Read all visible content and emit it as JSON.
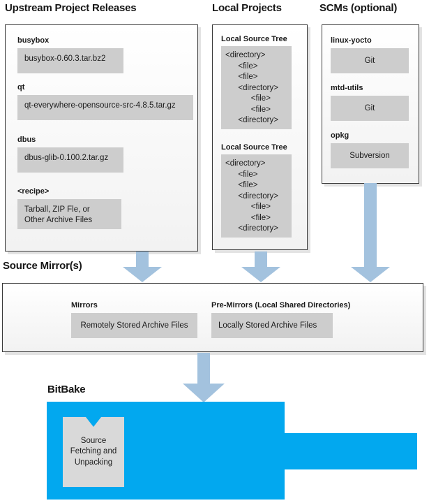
{
  "headings": {
    "upstream": "Upstream Project Releases",
    "local": "Local Projects",
    "scms": "SCMs (optional)",
    "mirrors": "Source Mirror(s)",
    "bitbake": "BitBake"
  },
  "upstream": {
    "groups": [
      {
        "label": "busybox",
        "value": "busybox-0.60.3.tar.bz2"
      },
      {
        "label": "qt",
        "value": "qt-everywhere-opensource-src-4.8.5.tar.gz"
      },
      {
        "label": "dbus",
        "value": "dbus-glib-0.100.2.tar.gz"
      },
      {
        "label": "<recipe>",
        "value_line1": "Tarball, ZIP Fle, or",
        "value_line2": "Other Archive Files"
      }
    ]
  },
  "local": {
    "trees": [
      {
        "label": "Local Source Tree",
        "rows": [
          "<directory>",
          "  <file>",
          "  <file>",
          "  <directory>",
          "    <file>",
          "    <file>",
          "  <directory>"
        ]
      },
      {
        "label": "Local Source Tree",
        "rows": [
          "<directory>",
          "  <file>",
          "  <file>",
          "  <directory>",
          "    <file>",
          "    <file>",
          "  <directory>"
        ]
      }
    ]
  },
  "scms": {
    "groups": [
      {
        "label": "linux-yocto",
        "value": "Git"
      },
      {
        "label": "mtd-utils",
        "value": "Git"
      },
      {
        "label": "opkg",
        "value": "Subversion"
      }
    ]
  },
  "mirrors": {
    "groups": [
      {
        "label": "Mirrors",
        "value": "Remotely Stored Archive Files"
      },
      {
        "label": "Pre-Mirrors (Local Shared Directories)",
        "value": "Locally Stored Archive Files"
      }
    ]
  },
  "bitbake": {
    "task_line1": "Source",
    "task_line2": "Fetching and",
    "task_line3": "Unpacking"
  },
  "colors": {
    "arrow": "#a3c2de",
    "bitbake_blue": "#02a8ef",
    "grey_box": "#cdcdcd",
    "panel_border": "#3a3a3a"
  }
}
